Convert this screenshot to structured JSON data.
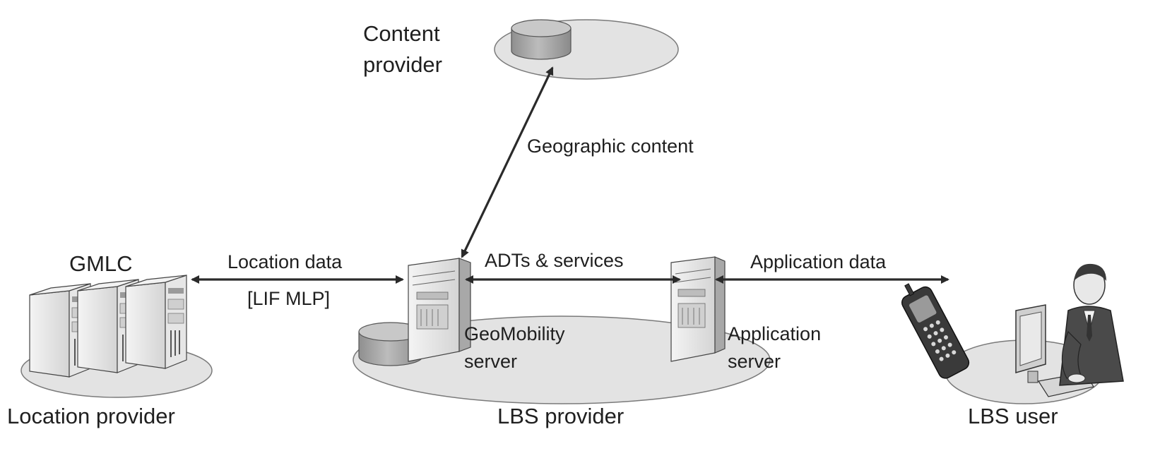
{
  "nodes": {
    "content_provider": {
      "label_line1": "Content",
      "label_line2": "provider",
      "icon": "database-icon"
    },
    "location_provider": {
      "title": "GMLC",
      "label": "Location provider",
      "icon": "server-rack-icon"
    },
    "lbs_provider": {
      "label": "LBS provider"
    },
    "geomobility_server": {
      "label_line1": "GeoMobility",
      "label_line2": "server",
      "icon": "tower-server-icon"
    },
    "application_server": {
      "label_line1": "Application",
      "label_line2": "server",
      "icon": "tower-server-icon"
    },
    "lbs_user": {
      "label": "LBS user",
      "icon": "user-with-phone-and-computer-icon"
    }
  },
  "links": {
    "geographic_content": {
      "label": "Geographic content"
    },
    "location_data": {
      "label_line1": "Location data",
      "label_line2": "[LIF MLP]"
    },
    "adts_services": {
      "label": "ADTs & services"
    },
    "application_data": {
      "label": "Application data"
    }
  },
  "colors": {
    "ellipse_fill": "#e3e3e3",
    "ellipse_stroke": "#7a7a7a",
    "arrow": "#2a2a2a",
    "text": "#1f1f1f",
    "server_light": "#eeeeee",
    "server_dark": "#bdbdbd",
    "database": "#a9a9a9"
  }
}
